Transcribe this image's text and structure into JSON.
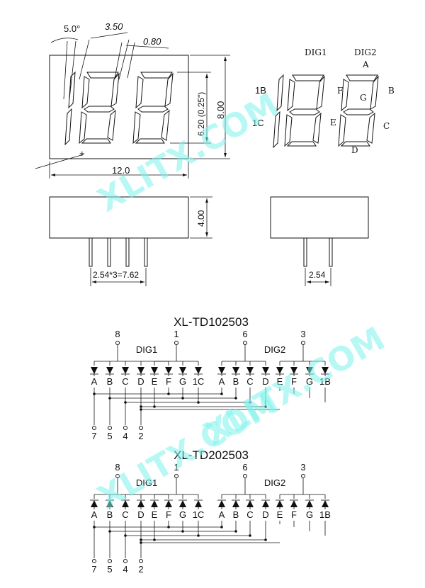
{
  "mech": {
    "angle": "5.0°",
    "pitch_350": "3.50",
    "seg_width": "0.80",
    "width": "12.0",
    "digit_height": "6.20 (0.25\")",
    "height": "8.00",
    "depth": "4.00",
    "pin_span": "2.54*3=7.62",
    "pin_pitch": "2.54"
  },
  "labels": {
    "dig1": "DIG1",
    "dig2": "DIG2",
    "one_b": "1B",
    "one_c": "1C",
    "seg_a": "A",
    "seg_b": "B",
    "seg_c": "C",
    "seg_d": "D",
    "seg_e": "E",
    "seg_f": "F",
    "seg_g": "G"
  },
  "watermark": "XLITX.COM",
  "circuits": [
    {
      "title": "XL-TD102503",
      "dig1_pin": "8",
      "one_pin": "1",
      "dig2_pin": "6",
      "dig2b_pin": "3",
      "bottom_pins": [
        "7",
        "5",
        "4",
        "2"
      ],
      "dig1_segments": [
        "A",
        "B",
        "C",
        "D",
        "E",
        "F",
        "G",
        "1C"
      ],
      "dig2_segments": [
        "A",
        "B",
        "C",
        "D",
        "E",
        "F",
        "G",
        "1B"
      ]
    },
    {
      "title": "XL-TD202503",
      "dig1_pin": "8",
      "one_pin": "1",
      "dig2_pin": "6",
      "dig2b_pin": "3",
      "bottom_pins": [
        "7",
        "5",
        "4",
        "2"
      ],
      "dig1_segments": [
        "A",
        "B",
        "C",
        "D",
        "E",
        "F",
        "G",
        "1C"
      ],
      "dig2_segments": [
        "A",
        "B",
        "C",
        "D",
        "E",
        "F",
        "G",
        "1B"
      ]
    }
  ]
}
